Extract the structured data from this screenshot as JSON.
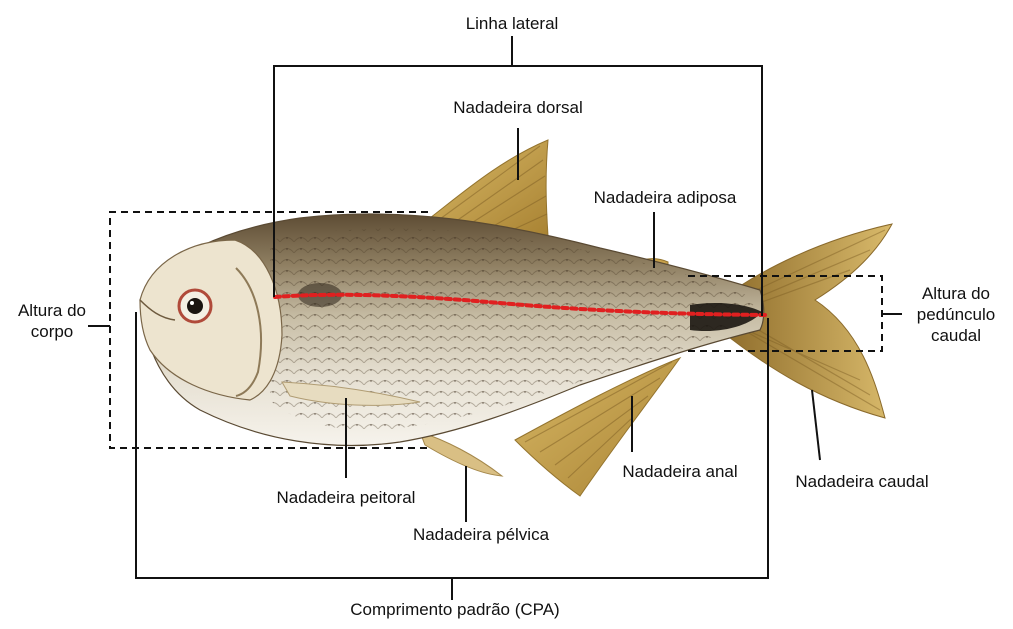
{
  "diagram": {
    "labels": {
      "linha_lateral": "Linha lateral",
      "nadadeira_dorsal": "Nadadeira dorsal",
      "nadadeira_adiposa": "Nadadeira adiposa",
      "altura_do_corpo_1": "Altura do",
      "altura_do_corpo_2": "corpo",
      "altura_pedunculo_1": "Altura do",
      "altura_pedunculo_2": "pedúnculo",
      "altura_pedunculo_3": "caudal",
      "nadadeira_peitoral": "Nadadeira peitoral",
      "nadadeira_anal": "Nadadeira anal",
      "nadadeira_caudal": "Nadadeira caudal",
      "nadadeira_pelvica": "Nadadeira pélvica",
      "comprimento_padrao": "Comprimento padrão (CPA)"
    },
    "colors": {
      "lateral_line": "#e02020",
      "body_silver": "#c9bfa8",
      "back_dark": "#6b5a3f",
      "fins": "#c9a24a",
      "belly": "#f3efe6",
      "stroke": "#111111"
    }
  }
}
